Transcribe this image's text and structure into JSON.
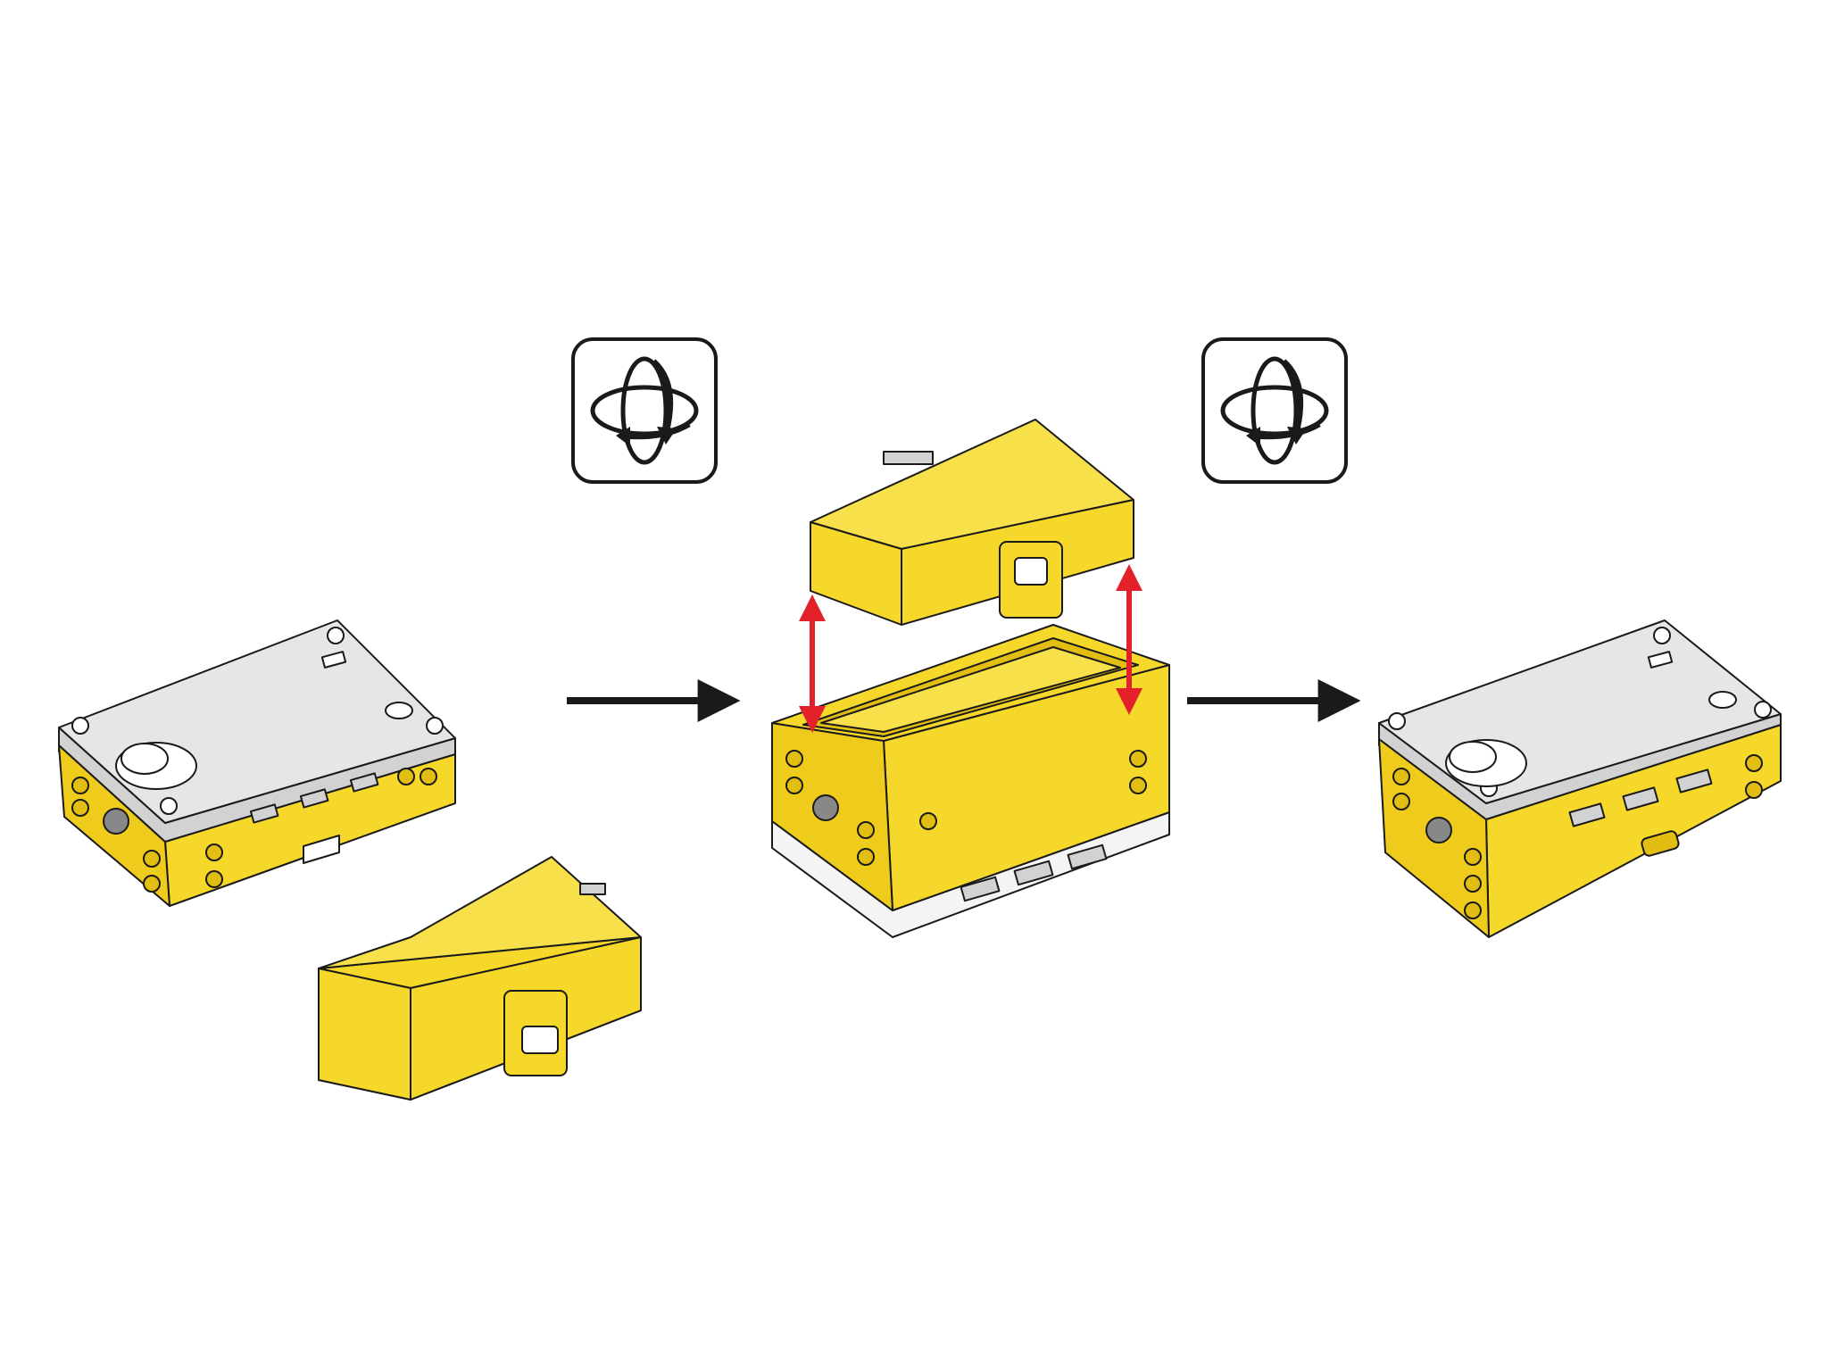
{
  "diagram": {
    "steps": [
      {
        "id": "hub-and-battery-separate",
        "description": ""
      },
      {
        "id": "battery-inserted",
        "description": ""
      },
      {
        "id": "hub-assembled",
        "description": ""
      }
    ],
    "icons": [
      "rotate-icon",
      "flow-arrow-icon",
      "double-arrow-icon"
    ]
  },
  "colors": {
    "yellow": "#F5D82A",
    "yellow_dark": "#E2BE12",
    "grey_top": "#E6E6E6",
    "grey_side": "#D2D2D2",
    "white_band": "#F4F4F4",
    "outline": "#1A1A1A",
    "arrow": "#1A1A1A",
    "lift_arrow": "#E3212B"
  }
}
